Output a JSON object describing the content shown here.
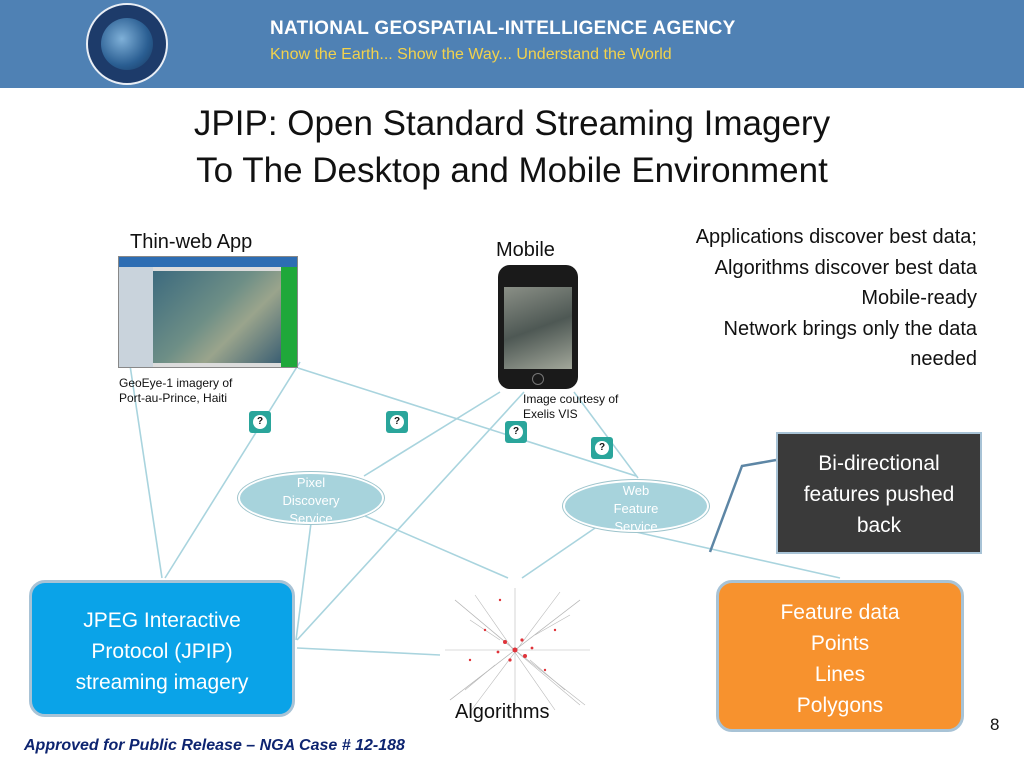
{
  "header": {
    "agency": "NATIONAL GEOSPATIAL-INTELLIGENCE AGENCY",
    "motto": "Know the Earth... Show the Way... Understand the World"
  },
  "title": {
    "line1": "JPIP:  Open Standard Streaming Imagery",
    "line2": "To The Desktop and Mobile Environment"
  },
  "labels": {
    "thin_web_app": "Thin-web App",
    "mobile": "Mobile",
    "thin_caption_1": "GeoEye-1 imagery of",
    "thin_caption_2": "Port-au-Prince, Haiti",
    "mobile_caption_1": "Image courtesy of",
    "mobile_caption_2": "Exelis VIS",
    "algorithms": "Algorithms"
  },
  "notes": [
    "Applications discover best data;",
    "Algorithms discover best data",
    "Mobile-ready",
    "Network brings only the data",
    "needed"
  ],
  "services": {
    "pixel": [
      "Pixel",
      "Discovery",
      "Service"
    ],
    "web": [
      "Web",
      "Feature",
      "Service"
    ]
  },
  "boxes": {
    "jpip": [
      "JPEG Interactive",
      "Protocol (JPIP)",
      "streaming imagery"
    ],
    "feature": [
      "Feature data",
      "Points",
      "Lines",
      "Polygons"
    ],
    "bidir": [
      "Bi-directional",
      "features pushed",
      "back"
    ]
  },
  "icons": [
    "query-icon",
    "query-icon",
    "query-icon",
    "query-icon"
  ],
  "footer": "Approved for Public Release – NGA Case # 12-188",
  "page_number": "8",
  "colors": {
    "header_bg": "#4f81b4",
    "motto": "#f2d24c",
    "jpip_box": "#0aa3e8",
    "feature_box": "#f7922e",
    "bidir_box": "#3a3a3a",
    "oval": "#a7d3dc",
    "footer": "#0d2470"
  }
}
